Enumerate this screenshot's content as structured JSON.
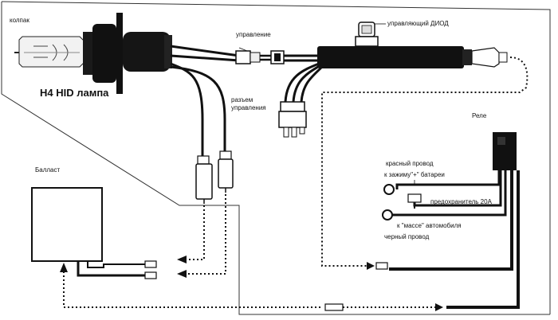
{
  "labels": {
    "cap": "колпак",
    "lamp": "H4 HID лампа",
    "control": "управление",
    "diode": "управляющий ДИОД",
    "connectors": "разъем",
    "connectors2": "управления",
    "relay": "Реле",
    "ballast": "Балласт",
    "red_wire": "красный провод",
    "to_battery": "к зажиму\"+\" батареи",
    "fuse": "предохранитель 20А",
    "to_ground": "к \"массе\" автомобиля",
    "black_wire": "черный провод"
  },
  "colors": {
    "line": "#111111",
    "background": "#ffffff"
  }
}
